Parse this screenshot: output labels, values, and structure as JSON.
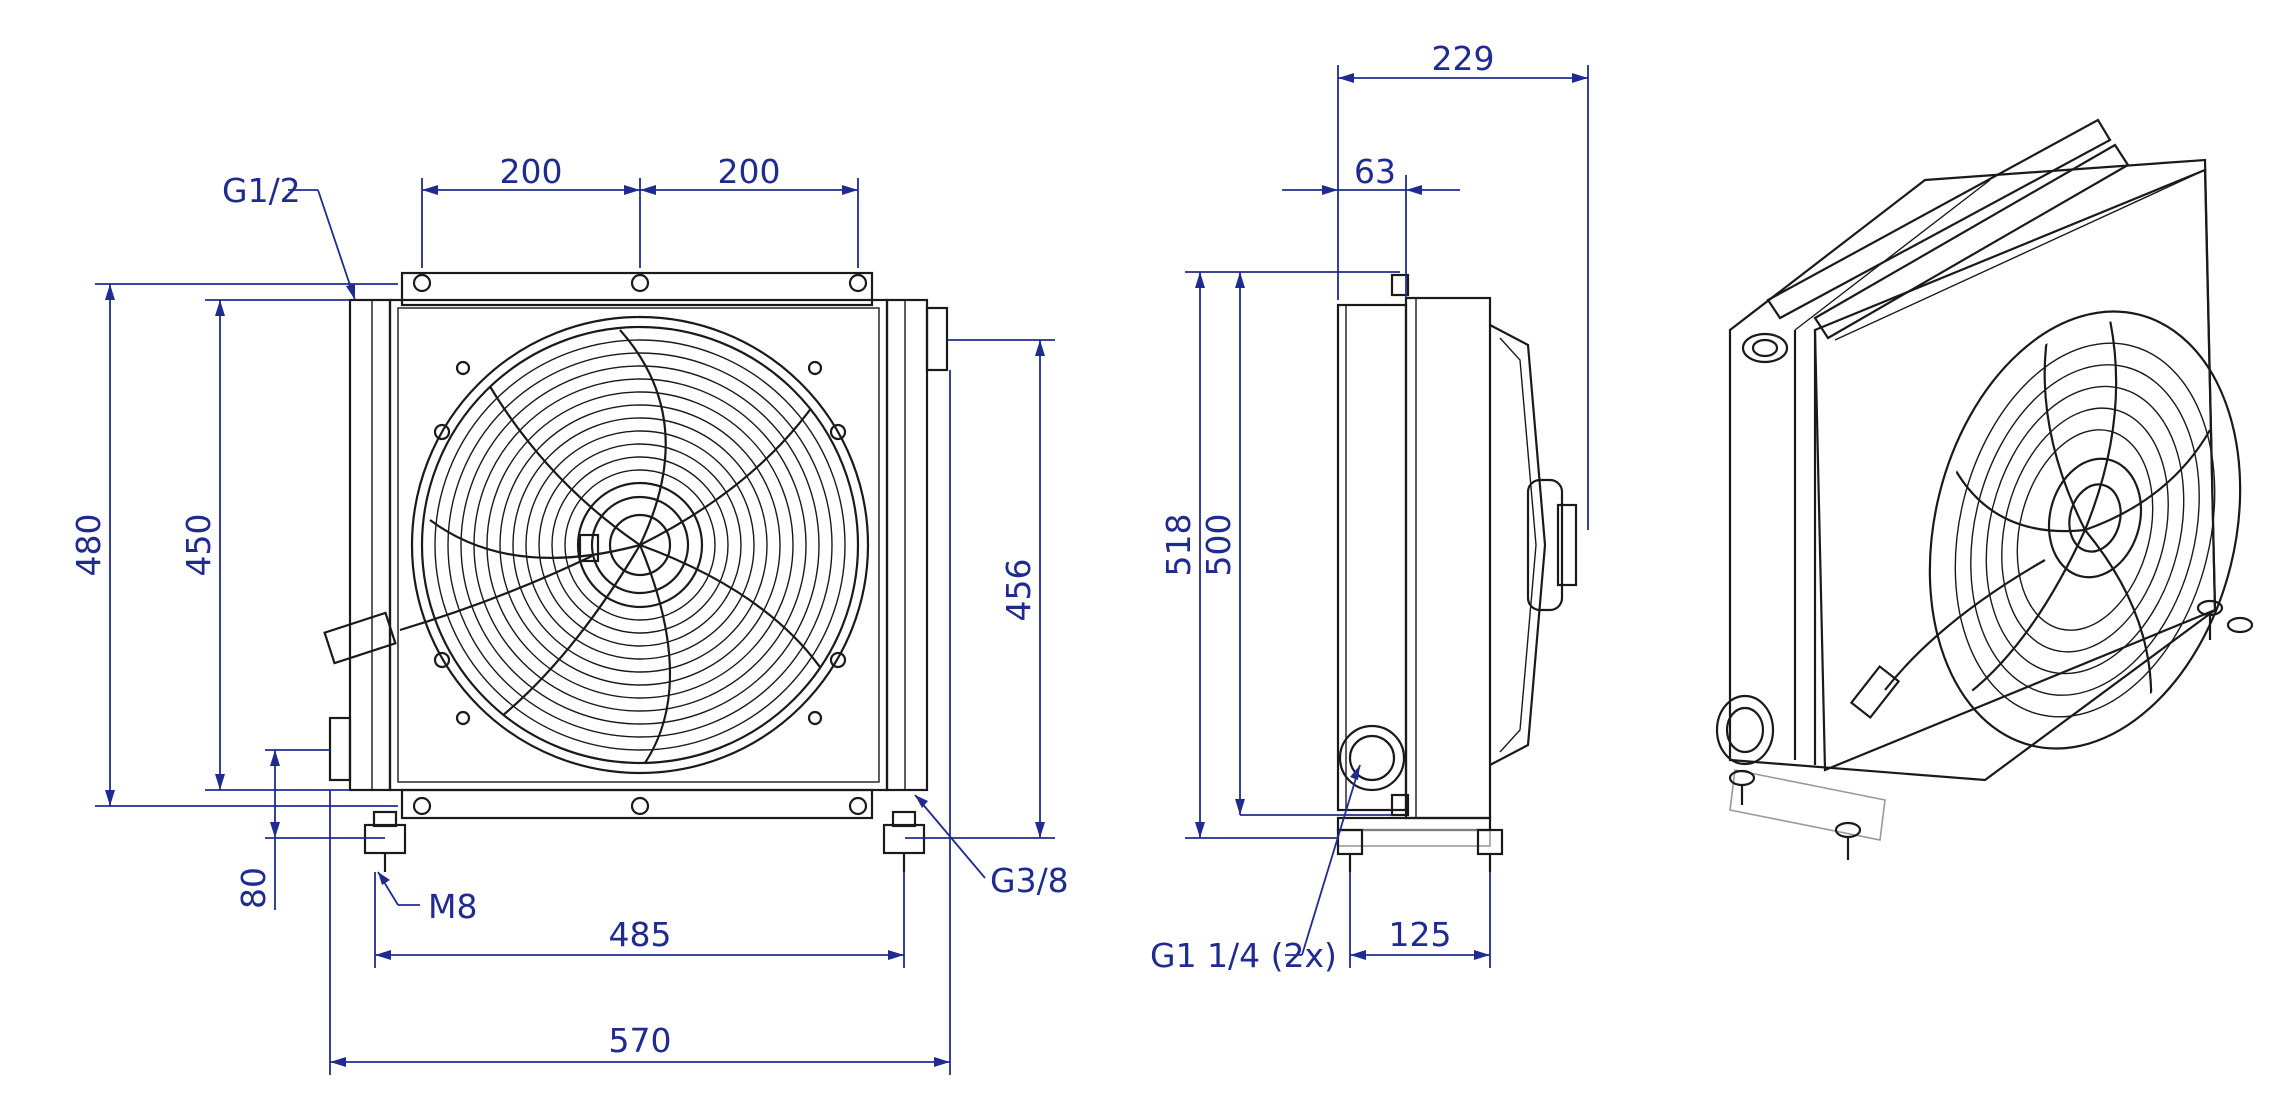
{
  "dimensions": {
    "front_top_left_200": "200",
    "front_top_right_200": "200",
    "front_height_480": "480",
    "front_height_450": "450",
    "front_height_456": "456",
    "front_offset_80": "80",
    "front_width_485": "485",
    "front_width_570": "570",
    "side_depth_229": "229",
    "side_depth_63": "63",
    "side_height_518": "518",
    "side_height_500": "500",
    "side_width_125": "125"
  },
  "callouts": {
    "port_g12": "G1/2",
    "port_g38": "G3/8",
    "thread_m8": "M8",
    "port_g114": "G1 1/4 (2x)"
  },
  "colors": {
    "line": "#1a1a1a",
    "dimension": "#1f2b8f"
  }
}
